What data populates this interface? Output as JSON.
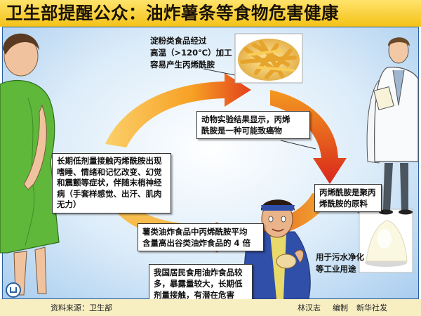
{
  "title": "卫生部提醒公众：油炸薯条等食物危害健康",
  "boxes": {
    "starch_foods": [
      "淀粉类食品经过",
      "高温（>120℃）加工",
      "容易产生丙烯酰胺"
    ],
    "animal_test": [
      "动物实验结果显示，丙烯",
      "酰胺是一种可能致癌物"
    ],
    "raw_material": [
      "丙烯酰胺是聚丙",
      "烯酰胺的原料"
    ],
    "uses": [
      "用于污水净化",
      "等工业用途"
    ],
    "long_term": [
      "长期低剂量接触丙烯酰胺出现",
      "嗜睡、情绪和记忆改变、幻觉",
      "和震颤等症状，伴随末梢神经",
      "病（手套样感觉、出汗、肌肉",
      "无力）"
    ],
    "fried_potato": [
      "薯类油炸食品中丙烯酰胺平均",
      "含量高出谷类油炸食品的 4 倍"
    ],
    "exposure": [
      "我国居民食用油炸食品较",
      "多，暴露量较大，长期低",
      "剂量接触，有潜在危害"
    ]
  },
  "footer": {
    "source": "资料来源：卫生部",
    "author": "林汉志",
    "edit": "编制",
    "agency": "新华社发"
  },
  "colors": {
    "title_bg": "#f4c218",
    "frame": "#2a5fa0",
    "arrow_orange": "#f59a1e",
    "arrow_red": "#d9261b",
    "dress_green": "#5fb83a",
    "shirt_blue": "#2f4fa8"
  },
  "icons": [
    "xinhua-logo-icon",
    "fries-photo",
    "powder-photo",
    "doctor-figure",
    "woman-figure",
    "boy-figure"
  ]
}
